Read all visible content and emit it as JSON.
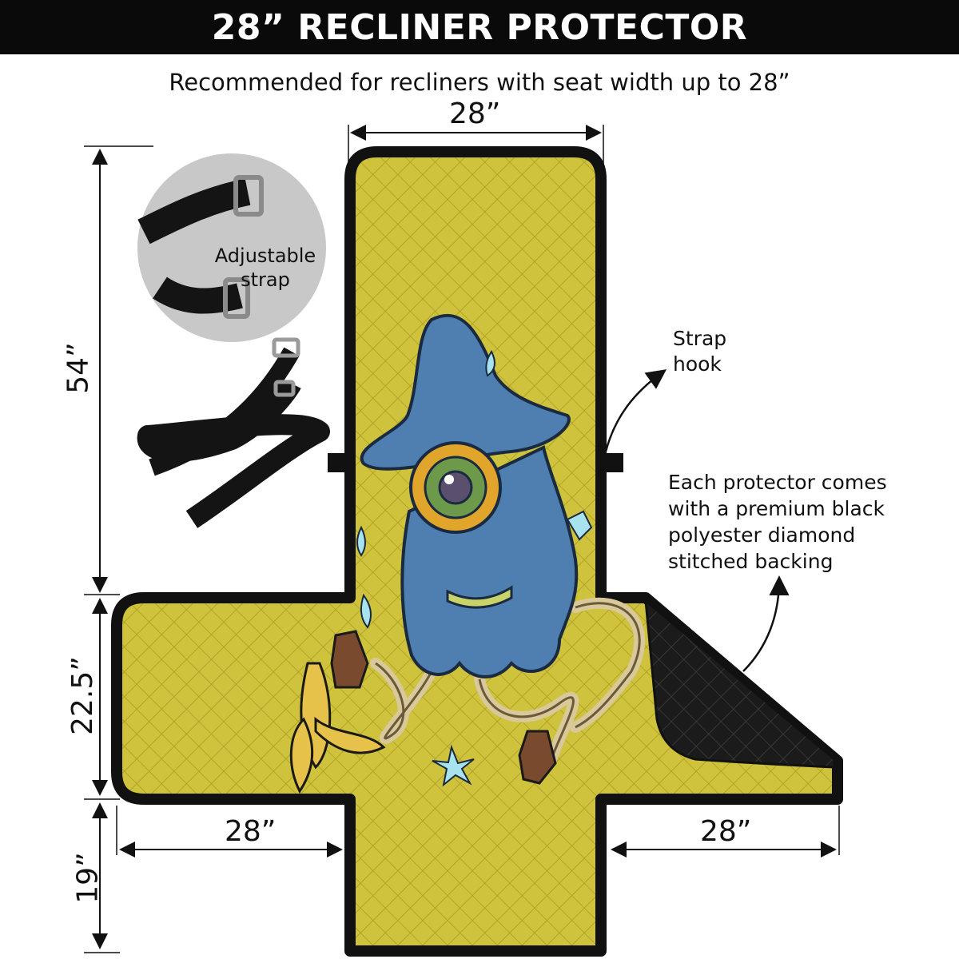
{
  "header": {
    "title": "28” RECLINER PROTECTOR",
    "subtitle": "Recommended for recliners with seat width up to 28”"
  },
  "dimensions": {
    "top_width": "28”",
    "height_back": "54”",
    "height_seat": "22.5”",
    "height_footrest": "19”",
    "left_arm": "28”",
    "right_arm": "28”"
  },
  "callouts": {
    "adjustable_strap": "Adjustable strap",
    "strap_hook_line1": "Strap",
    "strap_hook_line2": "hook",
    "backing_lines": [
      "Each protector comes",
      "with a premium black",
      "polyester diamond",
      "stitched backing"
    ]
  },
  "colors": {
    "fabric": "#cfc23c",
    "outline": "#111111",
    "creature": "#4f7fb0",
    "eye": "#e0a52a"
  },
  "icons": [
    "strap-photo",
    "arrow-icon",
    "creature-illustration",
    "banana-peel",
    "sneaker"
  ]
}
